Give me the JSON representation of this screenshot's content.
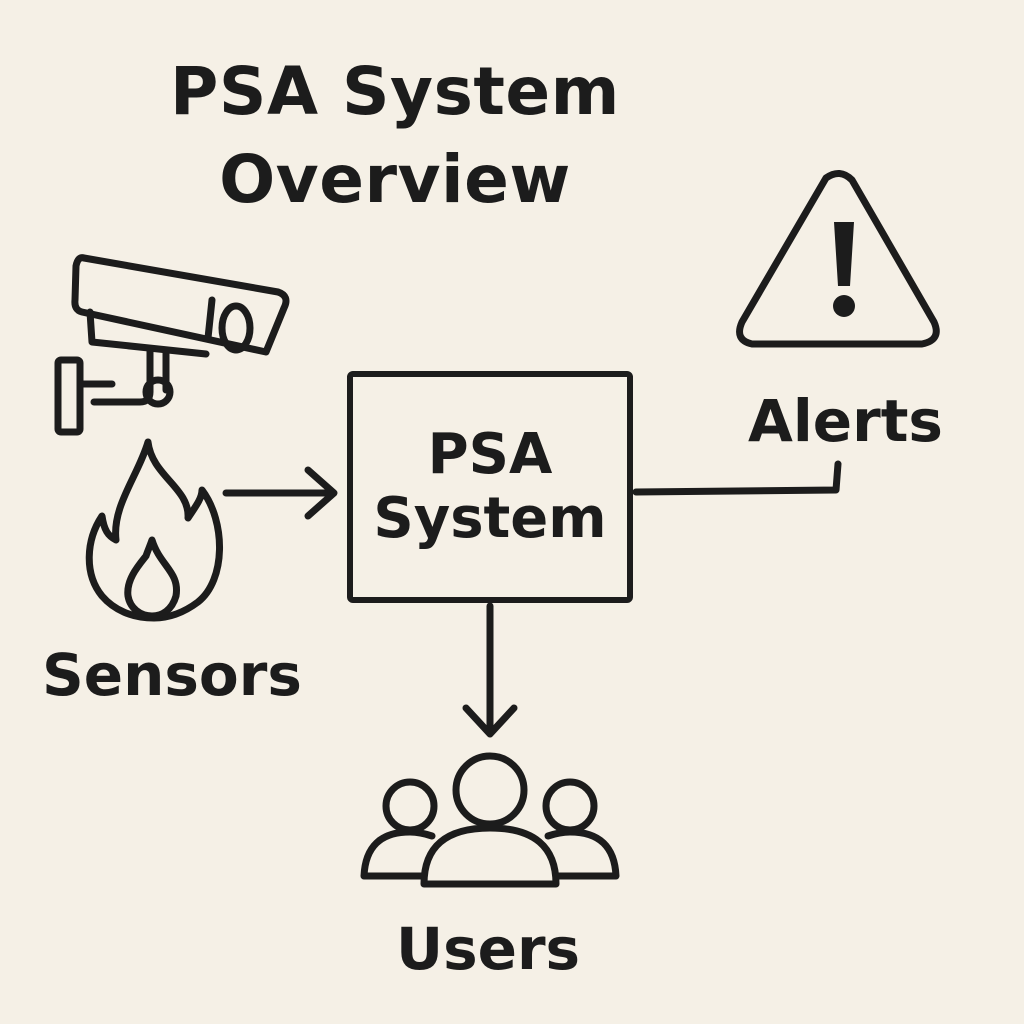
{
  "title": {
    "line1": "PSA System",
    "line2": "Overview"
  },
  "nodes": {
    "center": {
      "line1": "PSA",
      "line2": "System"
    },
    "sensors": {
      "label": "Sensors",
      "icons": [
        "camera-icon",
        "flame-icon"
      ]
    },
    "alerts": {
      "label": "Alerts",
      "icon": "warning-icon"
    },
    "users": {
      "label": "Users",
      "icon": "users-icon"
    }
  },
  "colors": {
    "background": "#f5f0e6",
    "ink": "#1c1c1c"
  }
}
